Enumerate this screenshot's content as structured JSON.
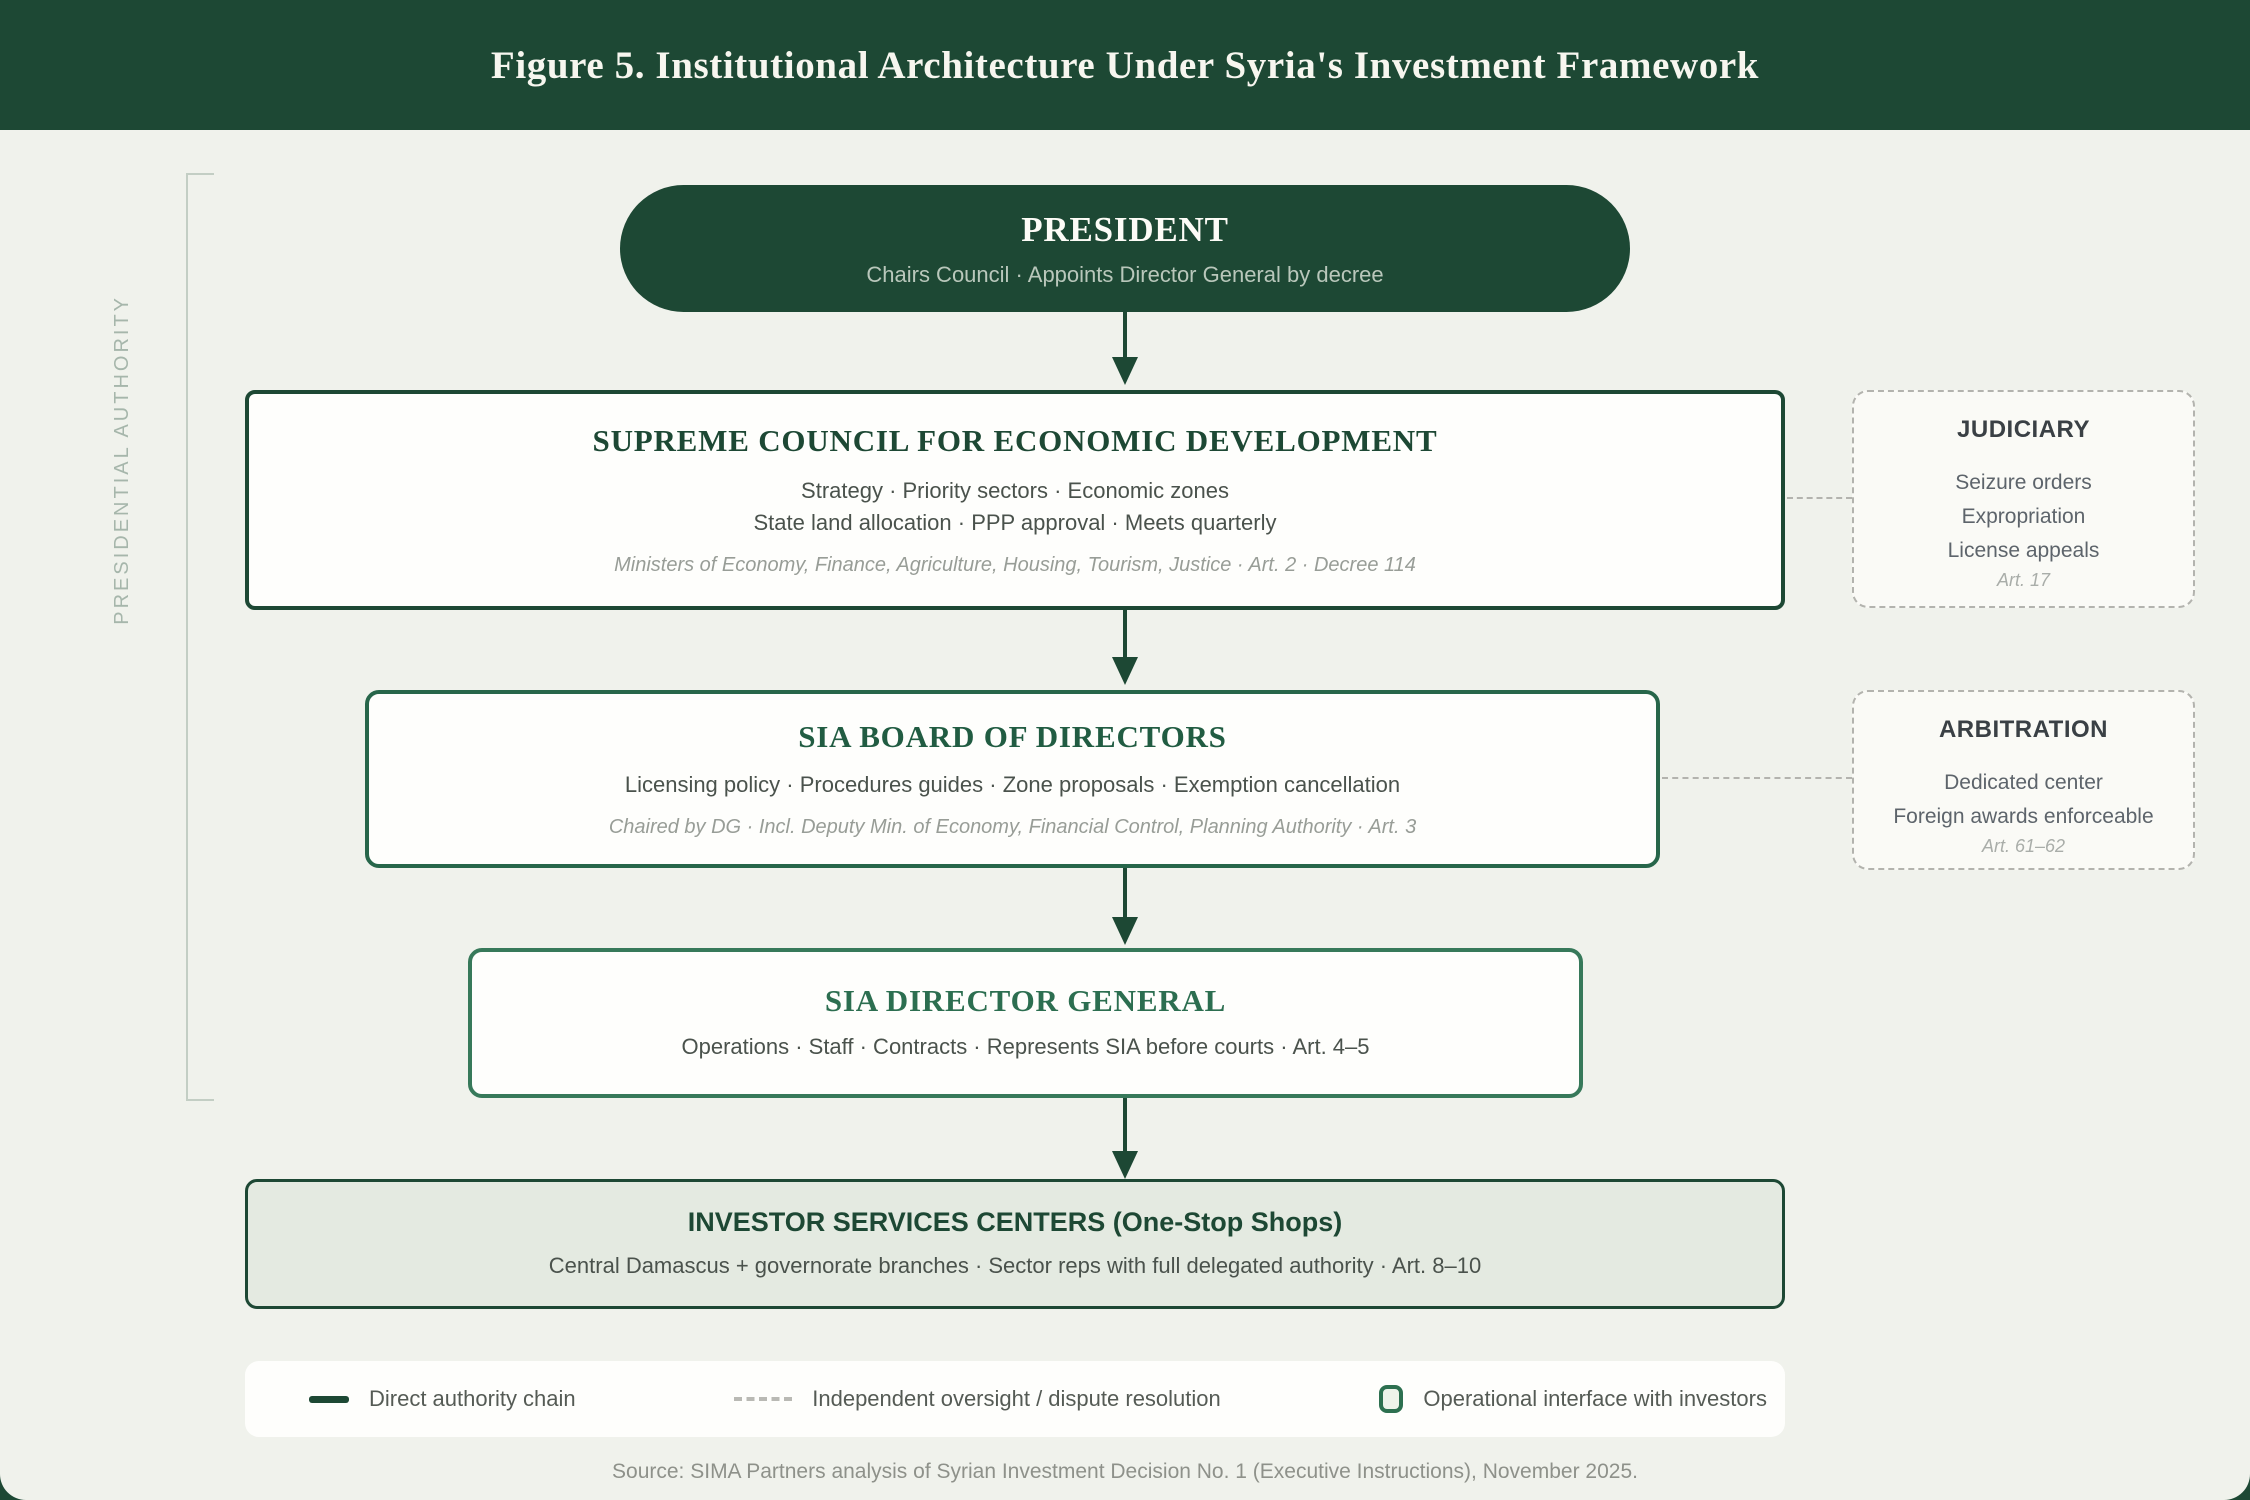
{
  "header": {
    "title": "Figure 5. Institutional Architecture Under Syria's Investment Framework"
  },
  "left_rail": {
    "label": "PRESIDENTIAL AUTHORITY"
  },
  "nodes": {
    "president": {
      "title": "PRESIDENT",
      "subtitle": "Chairs Council · Appoints Director General by decree"
    },
    "supreme_council": {
      "title": "SUPREME COUNCIL FOR ECONOMIC DEVELOPMENT",
      "line1": "Strategy · Priority sectors · Economic zones",
      "line2": "State land allocation · PPP approval · Meets quarterly",
      "note": "Ministers of Economy, Finance, Agriculture, Housing, Tourism, Justice · Art. 2 · Decree 114"
    },
    "sia_board": {
      "title": "SIA BOARD OF DIRECTORS",
      "line1": "Licensing policy · Procedures guides · Zone proposals · Exemption cancellation",
      "note": "Chaired by DG · Incl. Deputy Min. of Economy, Financial Control, Planning Authority · Art. 3"
    },
    "sia_director_general": {
      "title": "SIA DIRECTOR GENERAL",
      "line1": "Operations · Staff · Contracts · Represents SIA before courts · Art. 4–5"
    },
    "investor_services_centers": {
      "title": "INVESTOR SERVICES CENTERS (One-Stop Shops)",
      "line1": "Central Damascus + governorate branches · Sector reps with full delegated authority · Art. 8–10"
    }
  },
  "side_nodes": {
    "judiciary": {
      "title": "JUDICIARY",
      "items": [
        "Seizure orders",
        "Expropriation",
        "License appeals"
      ],
      "article": "Art. 17"
    },
    "arbitration": {
      "title": "ARBITRATION",
      "items": [
        "Dedicated center",
        "Foreign awards enforceable"
      ],
      "article": "Art. 61–62"
    }
  },
  "legend": {
    "items": [
      {
        "swatch": "solid-green-line",
        "label": "Direct authority chain"
      },
      {
        "swatch": "dashed-gray-line",
        "label": "Independent oversight / dispute resolution"
      },
      {
        "swatch": "green-outline-rect",
        "label": "Operational interface with investors"
      }
    ]
  },
  "source": "Source: SIMA Partners analysis of Syrian Investment Decision No. 1 (Executive Instructions), November 2025.",
  "colors": {
    "dark_green": "#1d4834",
    "medium_green": "#2d7050",
    "light_green_fill": "#e4eae1",
    "panel_background": "#f0f2ec",
    "dashed_gray": "#b3b3ae",
    "body_text": "#4a524c",
    "muted_text": "#989d97"
  }
}
